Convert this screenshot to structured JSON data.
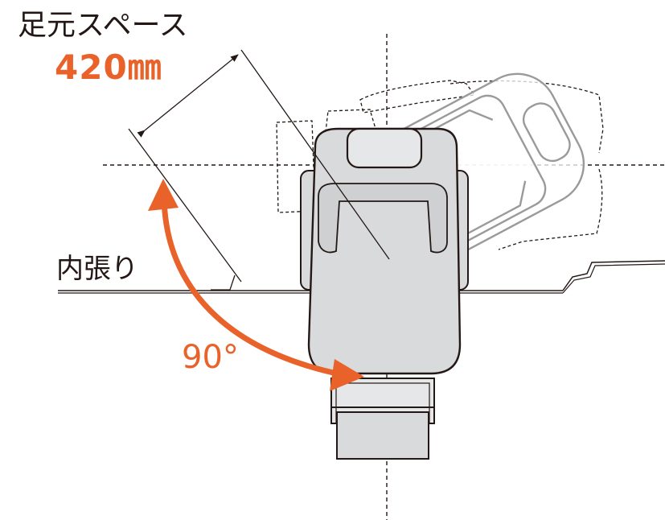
{
  "labels": {
    "footroom_title": "足元スペース",
    "footroom_value": "420㎜",
    "interior_lining": "内張り",
    "rotation_angle": "90°"
  },
  "colors": {
    "accent": "#e8622a",
    "seat_fill": "#d9dadc",
    "line": "#231815"
  }
}
